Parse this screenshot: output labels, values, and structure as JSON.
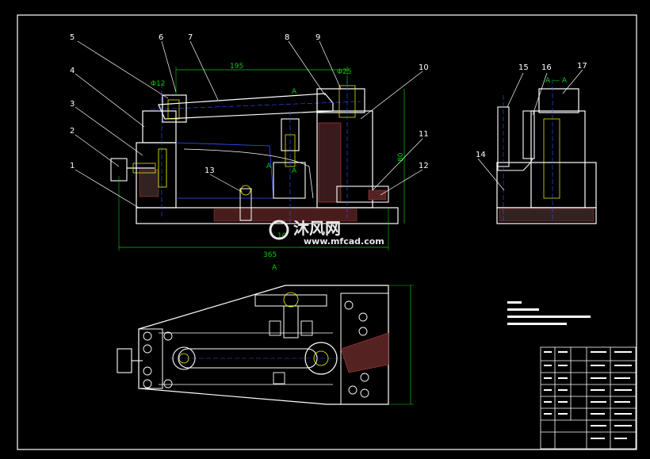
{
  "part_numbers": [
    "1",
    "2",
    "3",
    "4",
    "5",
    "6",
    "7",
    "8",
    "9",
    "10",
    "11",
    "12",
    "13",
    "14",
    "15",
    "16",
    "17"
  ],
  "dimensions": {
    "length_195": "195",
    "length_365": "365",
    "dia_12": "Φ12",
    "dia_25": "Φ25",
    "height_80": "80",
    "offset_10": "10"
  },
  "section_marks": {
    "a_arrow": "A",
    "a_arrow_view": "A — A",
    "a_bottom": "A"
  },
  "watermark": {
    "brand": "沐风网",
    "url": "www.mfcad.com"
  },
  "colors": {
    "background": "#000000",
    "outline": "#ffffff",
    "dimension": "#00cc00",
    "hidden": "#3355ff",
    "leader": "#ffffff",
    "hatch": "#cc4444",
    "accent": "#ffff00"
  }
}
